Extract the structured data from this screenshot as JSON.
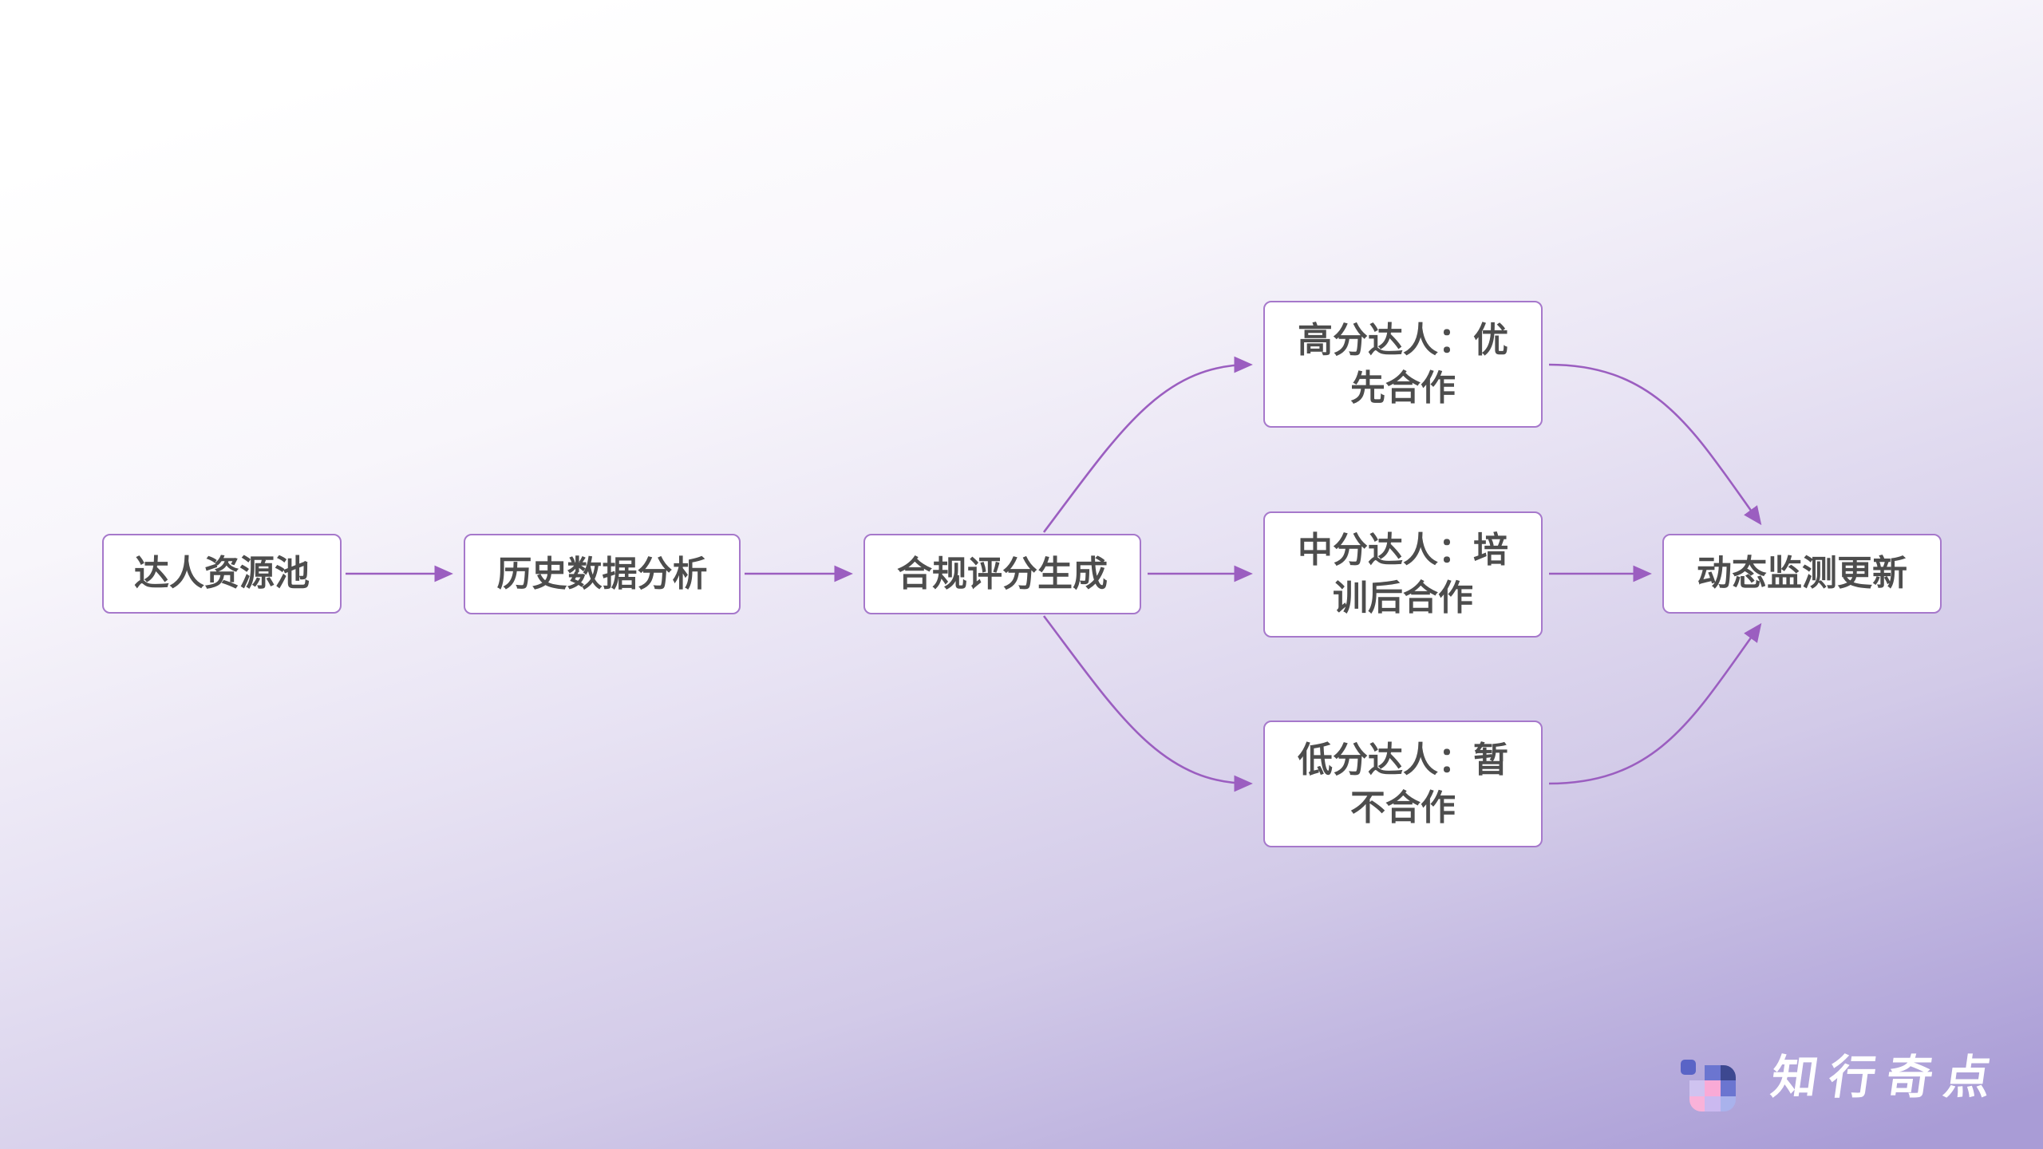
{
  "colors": {
    "connector": "#9b5ec0",
    "node_border": "#a678cb",
    "node_text": "#4d4d4d",
    "node_bg": "#ffffff",
    "background_top": "#ffffff",
    "background_bottom": "#a99cd6"
  },
  "flow": {
    "nodes": [
      {
        "id": "talent-pool",
        "lines": [
          "达人资源池"
        ]
      },
      {
        "id": "history-analysis",
        "lines": [
          "历史数据分析"
        ]
      },
      {
        "id": "score-generation",
        "lines": [
          "合规评分生成"
        ]
      },
      {
        "id": "high-score-talent",
        "lines": [
          "高分达人：优",
          "先合作"
        ]
      },
      {
        "id": "mid-score-talent",
        "lines": [
          "中分达人：培",
          "训后合作"
        ]
      },
      {
        "id": "low-score-talent",
        "lines": [
          "低分达人：暂",
          "不合作"
        ]
      },
      {
        "id": "dynamic-monitoring",
        "lines": [
          "动态监测更新"
        ]
      }
    ]
  },
  "logo": {
    "text": "知行奇点",
    "mark_colors": {
      "floater": "#5a64c6",
      "top_mid": "#6b75d0",
      "top_right": "#3d4890",
      "mid_left": "#cfc3f0",
      "mid_mid": "#f9aad6",
      "mid_right": "#6b75d0",
      "bot_left": "#f9b2d9",
      "bot_mid": "#cbb9f0",
      "bot_right": "#a9b2ec"
    }
  }
}
